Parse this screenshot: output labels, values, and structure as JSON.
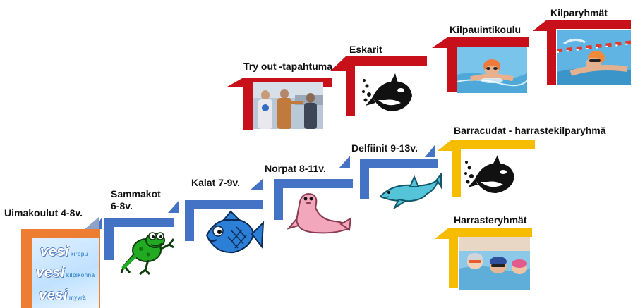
{
  "upper_track": {
    "stages": [
      {
        "id": "tryout",
        "label": "Try out -tapahtuma",
        "image": "photo-coaches"
      },
      {
        "id": "eskarit",
        "label": "Eskarit",
        "image": "orca-logo"
      },
      {
        "id": "kilpauintikoulu",
        "label": "Kilpauintikoulu",
        "image": "photo-swimmer-butterfly"
      },
      {
        "id": "kilparyhmat",
        "label": "Kilparyhmät",
        "image": "photo-swimmer-lane"
      }
    ]
  },
  "lower_track": {
    "stages": [
      {
        "id": "uimakoulut",
        "label": "Uimakoulut 4-8v.",
        "image": "vesi-logos"
      },
      {
        "id": "sammakot",
        "label": "Sammakot 6-8v.",
        "image": "frog"
      },
      {
        "id": "kalat",
        "label": "Kalat 7-9v.",
        "image": "fish"
      },
      {
        "id": "norpat",
        "label": "Norpat 8-11v.",
        "image": "seal"
      },
      {
        "id": "delfiinit",
        "label": "Delfiinit 9-13v.",
        "image": "dolphin"
      }
    ]
  },
  "side_groups": [
    {
      "id": "barracudat",
      "label": "Barracudat - harrastekilparyhmä",
      "image": "orca-logo"
    },
    {
      "id": "harrasteryhmat",
      "label": "Harrasteryhmät",
      "image": "photo-swimmers-pool"
    }
  ],
  "vesi_logos": [
    {
      "word": "vesi",
      "suffix": "kirppu"
    },
    {
      "word": "vesi",
      "suffix": "kilpikonna"
    },
    {
      "word": "vesi",
      "suffix": "myyrä"
    }
  ],
  "colors": {
    "red": "#c8101a",
    "blue": "#4472c4",
    "yellow": "#f5bc00",
    "orange": "#ed7d31",
    "frog_green": "#22aa22",
    "fish_blue": "#2b7fd6",
    "seal_pink": "#f2a7bd",
    "dolphin_teal": "#55c3d8"
  }
}
